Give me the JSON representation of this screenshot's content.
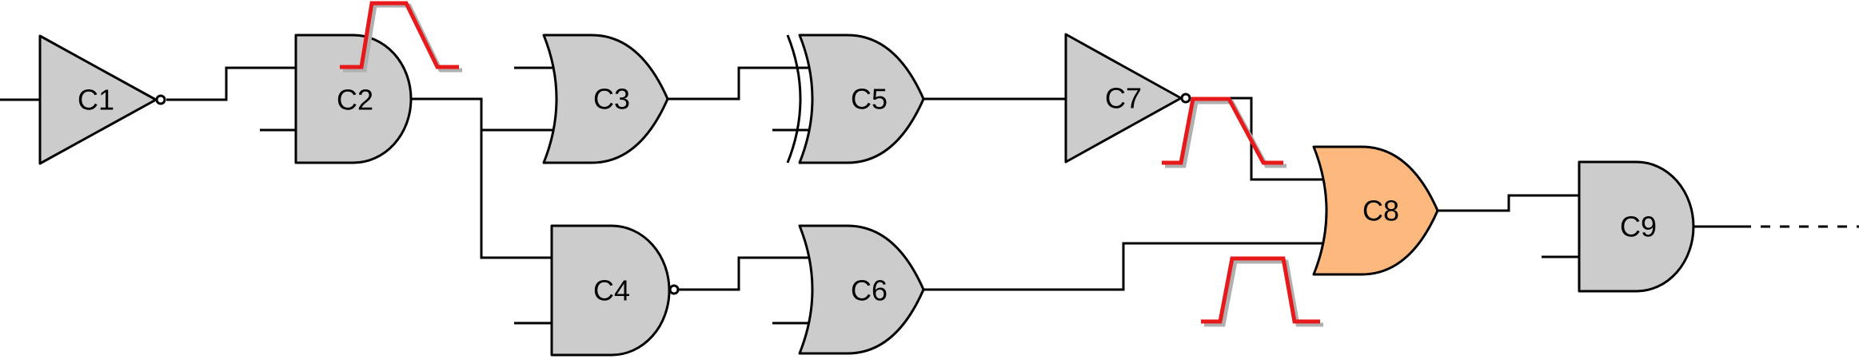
{
  "diagram": {
    "gates": [
      {
        "id": "c1",
        "label": "C1",
        "type": "not"
      },
      {
        "id": "c2",
        "label": "C2",
        "type": "and"
      },
      {
        "id": "c3",
        "label": "C3",
        "type": "or"
      },
      {
        "id": "c4",
        "label": "C4",
        "type": "nand"
      },
      {
        "id": "c5",
        "label": "C5",
        "type": "xor"
      },
      {
        "id": "c6",
        "label": "C6",
        "type": "or"
      },
      {
        "id": "c7",
        "label": "C7",
        "type": "not"
      },
      {
        "id": "c8",
        "label": "C8",
        "type": "or",
        "highlighted": true
      },
      {
        "id": "c9",
        "label": "C9",
        "type": "and"
      }
    ],
    "colors": {
      "gate_fill": "#cccccc",
      "highlight_fill": "#fdb97d",
      "wire": "#000000",
      "pulse": "#e8191b",
      "pulse_shadow": "#b0b0b0"
    },
    "output_continues": true
  }
}
